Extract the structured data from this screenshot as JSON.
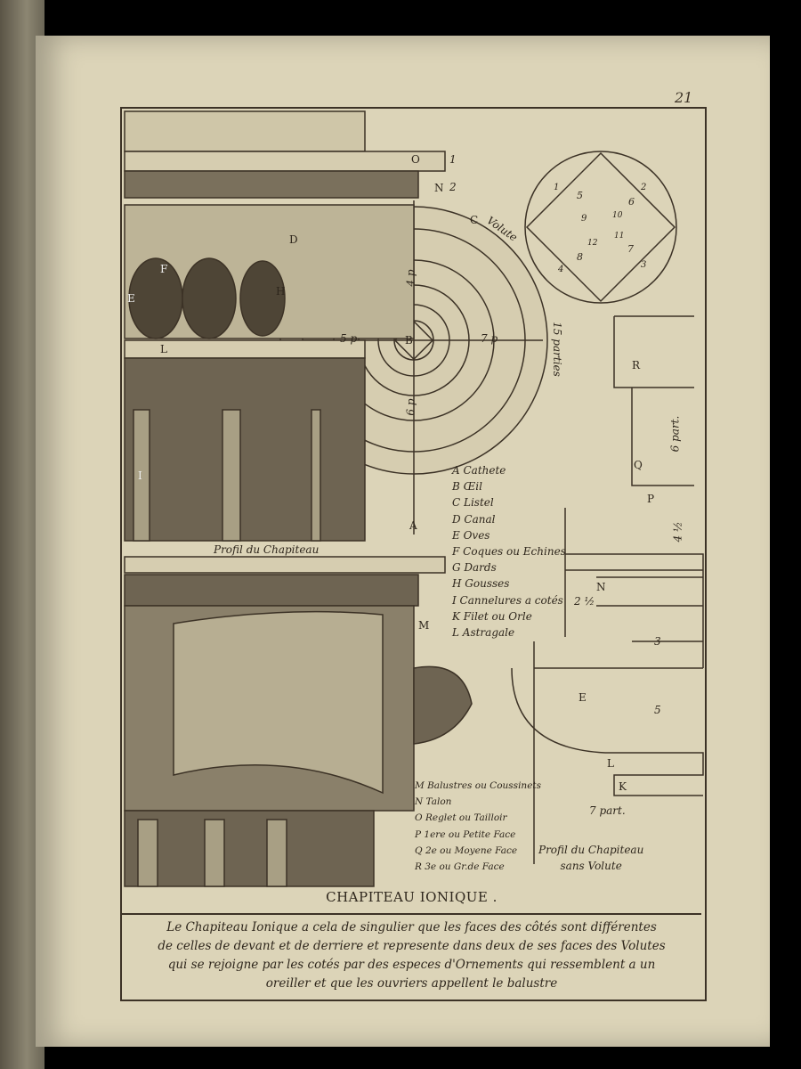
{
  "page_number": "21",
  "title": "CHAPITEAU IONIQUE .",
  "caption_lines": [
    "Le Chapiteau Ionique a cela de singulier que les faces des côtés sont différentes",
    "de celles de devant et de derriere  et represente dans deux de ses faces des Volutes",
    "qui se rejoigne par les cotés par des especes d'Ornements qui ressemblent a un",
    "oreiller et que les ouvriers appellent le balustre"
  ],
  "legend_main": [
    "A Cathete",
    "B Œil",
    "C Listel",
    "D Canal",
    "E Oves",
    "F Coques ou Echines",
    "G Dards",
    "H Gousses",
    "I Cannelures a cotés",
    "K Filet ou Orle",
    "L Astragale"
  ],
  "legend_side": [
    "M Balustres ou Coussinets",
    "N Talon",
    "O Reglet ou Tailloir",
    "P 1ere ou Petite Face",
    "Q 2e ou Moyene Face",
    "R 3e ou Gr.de Face"
  ],
  "profile_label": "Profil du Chapiteau",
  "profile_sans_volute": [
    "Profil du Chapiteau",
    "sans Volute"
  ],
  "volute_label": "Volute",
  "parties_label": "15 parties",
  "part_labels": {
    "six": "6 part.",
    "seven": "7 part.",
    "four_half": "4 ½",
    "two_half": "2 ½",
    "five": "5",
    "three": "3"
  },
  "drawing_letters": {
    "O": "O",
    "N": "N",
    "D": "D",
    "C": "C",
    "F": "F",
    "E": "E",
    "H": "H",
    "L": "L",
    "B": "B",
    "I": "I",
    "A": "A",
    "R": "R",
    "Q": "Q",
    "P": "P",
    "K": "K",
    "M": "M",
    "one": "1",
    "two": "2",
    "p5": "5 p",
    "p7": "7 p",
    "p4": "4 p",
    "p6": "6 p"
  },
  "circle_numbers": [
    "1",
    "2",
    "3",
    "4",
    "5",
    "6",
    "7",
    "8",
    "9",
    "10",
    "11",
    "12"
  ]
}
